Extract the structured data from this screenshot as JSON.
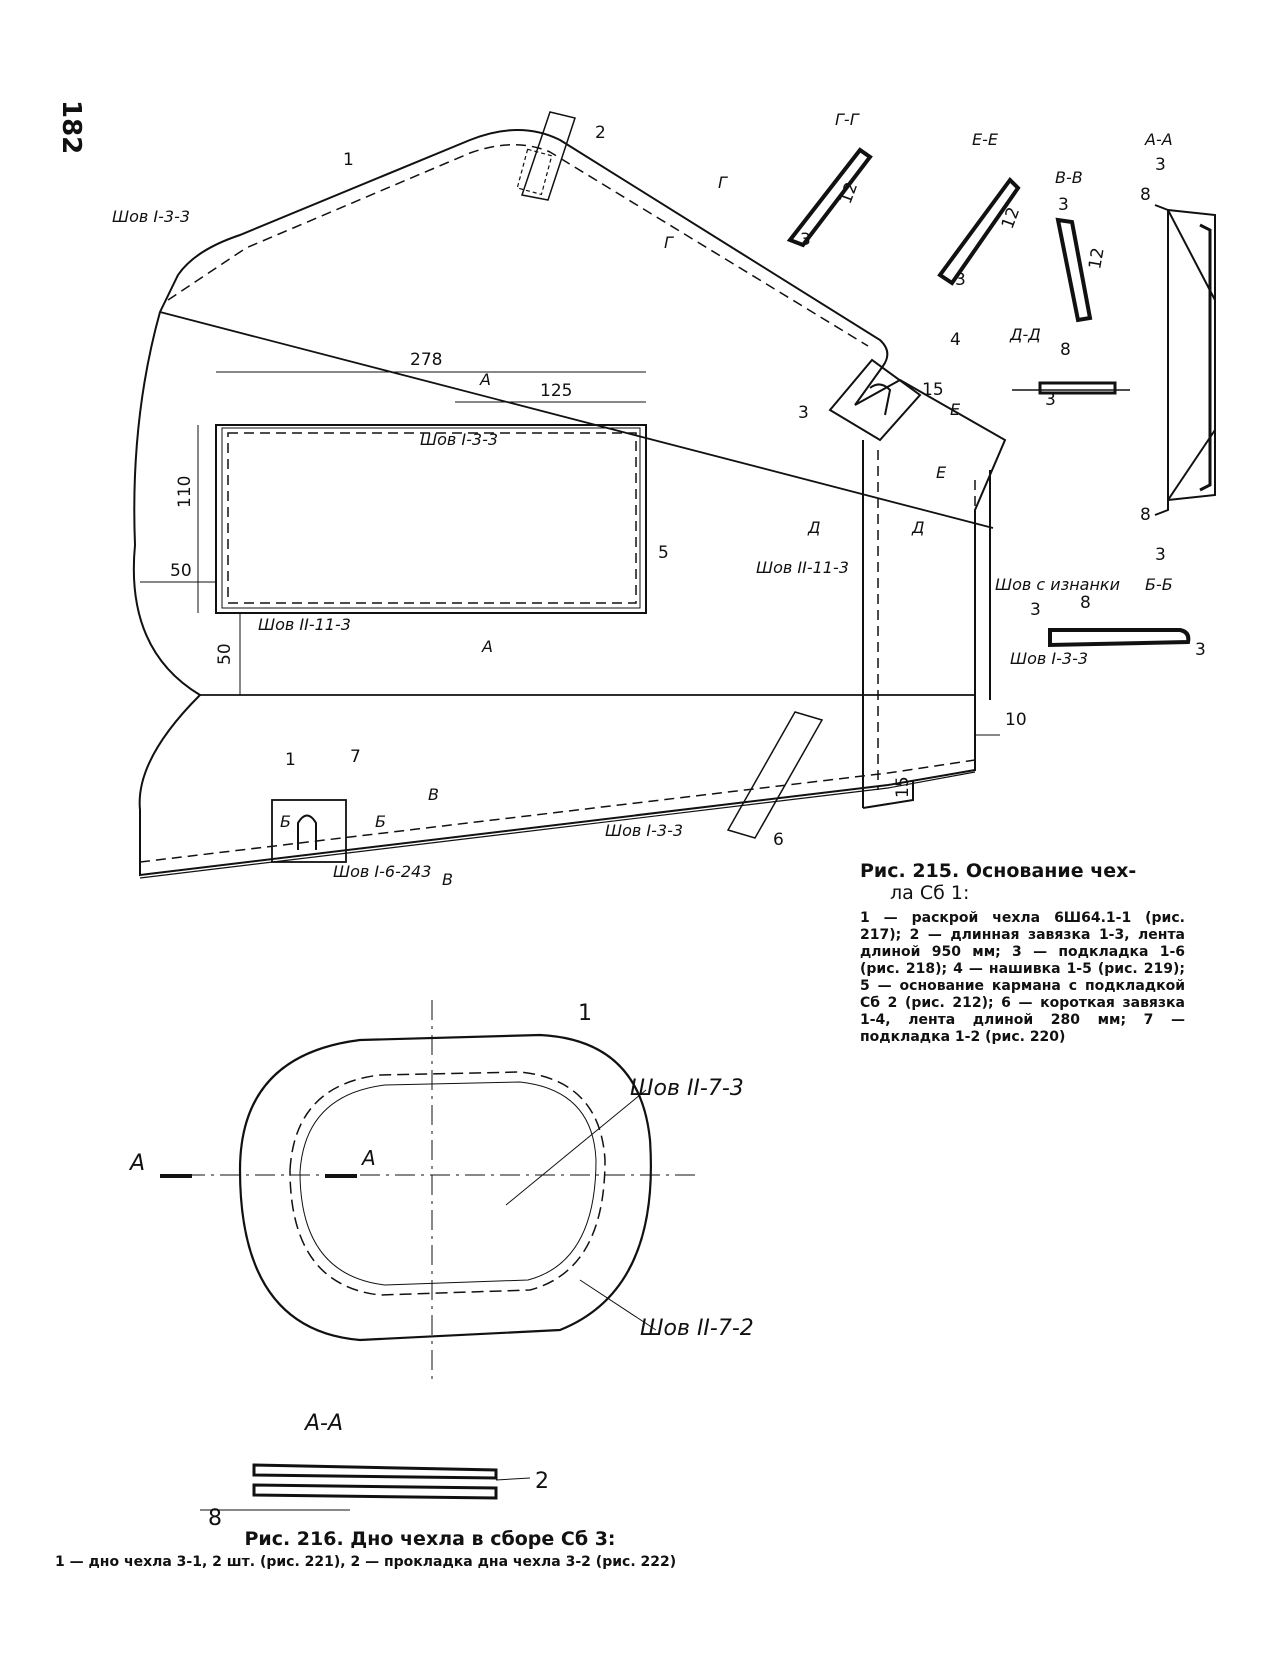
{
  "page_number": "182",
  "fig215": {
    "title_line1": "Рис. 215. Основание чех-",
    "title_line2": "ла Сб 1:",
    "legend": "1 — раскрой чехла 6Ш64.1-1 (рис. 217); 2 — длинная завязка 1-3, лента длиной 950 мм; 3 — подкладка 1-6 (рис. 218); 4 — нашивка 1-5 (рис. 219); 5 — основание кармана с подкладкой Сб 2 (рис. 212); 6 — короткая завязка 1-4, лента длиной 280 мм; 7 — подкладка 1-2 (рис. 220)"
  },
  "fig216": {
    "title": "Рис. 216. Дно чехла в сборе Сб 3:",
    "legend": "1 — дно чехла 3-1, 2 шт. (рис. 221), 2 — прокладка дна чехла 3-2 (рис. 222)"
  },
  "labels": {
    "seam_i33_top": "Шов I-3-3",
    "seam_i33_pocket": "Шов I-3-3",
    "seam_ii113_pocket": "Шов II-11-3",
    "seam_ii113_strip": "Шов II-11-3",
    "seam_inside": "Шов с изнанки",
    "seam_i33_right": "Шов I-3-3",
    "seam_i33_bottom": "Шов I-3-3",
    "seam_i6243": "Шов I-6-243",
    "seam_ii73": "Шов II-7-3",
    "seam_ii72": "Шов II-7-2",
    "sec_gg": "Г-Г",
    "sec_ee": "Е-Е",
    "sec_vv": "В-В",
    "sec_aa": "А-А",
    "sec_dd": "Д-Д",
    "sec_bb": "Б-Б",
    "sec_aa2": "А-А",
    "mark_G": "Г",
    "mark_E": "Е",
    "mark_A": "А",
    "mark_D": "Д",
    "mark_B": "Б",
    "mark_V": "В",
    "dim_278": "278",
    "dim_125": "125",
    "dim_110": "110",
    "dim_50a": "50",
    "dim_50b": "50",
    "dim_10": "10",
    "dim_15a": "15",
    "dim_15b": "15",
    "dim_12": "12",
    "dim_3": "3",
    "dim_8": "8",
    "num_1": "1",
    "num_2": "2",
    "num_3": "3",
    "num_4": "4",
    "num_5": "5",
    "num_6": "6",
    "num_7": "7"
  }
}
